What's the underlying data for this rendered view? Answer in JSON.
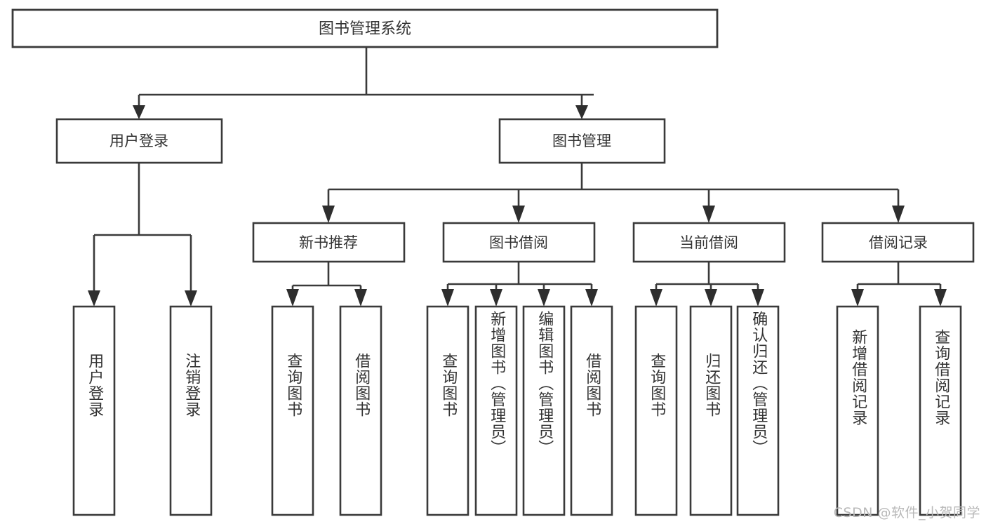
{
  "diagram": {
    "type": "tree-hierarchy-chart",
    "title": "图书管理系统",
    "watermark": "CSDN @软件_小贺同学",
    "colors": {
      "stroke": "#3a3a3a",
      "fill": "#ffffff",
      "text": "#333333",
      "watermark": "#b9b9b9"
    },
    "levels": {
      "root": {
        "label": "图书管理系统"
      },
      "level2": [
        {
          "label": "用户登录"
        },
        {
          "label": "图书管理"
        }
      ],
      "level3": [
        {
          "label": "新书推荐"
        },
        {
          "label": "图书借阅"
        },
        {
          "label": "当前借阅"
        },
        {
          "label": "借阅记录"
        }
      ],
      "leaves": {
        "user_login": [
          {
            "label": "用户登录"
          },
          {
            "label": "注销登录"
          }
        ],
        "new_book_recommend": [
          {
            "label": "查询图书"
          },
          {
            "label": "借阅图书"
          }
        ],
        "book_borrow": [
          {
            "label": "查询图书"
          },
          {
            "label": "新增图书（管理员）"
          },
          {
            "label": "编辑图书（管理员）"
          },
          {
            "label": "借阅图书"
          }
        ],
        "current_borrow": [
          {
            "label": "查询图书"
          },
          {
            "label": "归还图书"
          },
          {
            "label": "确认归还（管理员）"
          }
        ],
        "borrow_record": [
          {
            "label": "新增借阅记录"
          },
          {
            "label": "查询借阅记录"
          }
        ]
      }
    }
  }
}
